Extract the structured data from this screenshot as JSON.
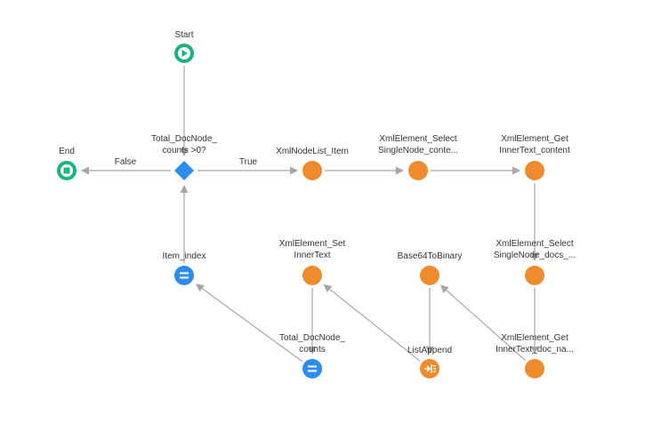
{
  "colors": {
    "start_end": "#1bb37a",
    "action": "#ef8a2d",
    "assign": "#2d8cf0",
    "decision": "#2d8cf0",
    "edge": "#a6a6a6",
    "text": "#333333"
  },
  "nodes": {
    "start": {
      "label_lines": [
        "Start"
      ],
      "type": "start",
      "icon": "play-icon"
    },
    "end": {
      "label_lines": [
        "End"
      ],
      "type": "end",
      "icon": "stop-icon"
    },
    "decision": {
      "label_lines": [
        "Total_DocNode_",
        "counts >0?"
      ],
      "type": "decision",
      "icon": "diamond-icon"
    },
    "xmlnodelist_item": {
      "label_lines": [
        "XmlNodeList_Item"
      ],
      "type": "action",
      "icon": ""
    },
    "select_content": {
      "label_lines": [
        "XmlElement_Select",
        "SingleNode_conte..."
      ],
      "type": "action",
      "icon": ""
    },
    "get_content": {
      "label_lines": [
        "XmlElement_Get",
        "InnerText_content"
      ],
      "type": "action",
      "icon": ""
    },
    "select_docs": {
      "label_lines": [
        "XmlElement_Select",
        "SingleNode_docs_..."
      ],
      "type": "action",
      "icon": ""
    },
    "get_doc_name": {
      "label_lines": [
        "XmlElement_Get",
        "InnerText_doc_na..."
      ],
      "type": "action",
      "icon": ""
    },
    "base64": {
      "label_lines": [
        "Base64ToBinary"
      ],
      "type": "action",
      "icon": ""
    },
    "set_innertext": {
      "label_lines": [
        "XmlElement_Set",
        "InnerText"
      ],
      "type": "action",
      "icon": ""
    },
    "list_append": {
      "label_lines": [
        "ListAppend"
      ],
      "type": "listappend",
      "icon": "list-append-icon"
    },
    "total_counts": {
      "label_lines": [
        "Total_DocNode_",
        "counts"
      ],
      "type": "assign",
      "icon": "equals-icon"
    },
    "item_index": {
      "label_lines": [
        "Item_index"
      ],
      "type": "assign",
      "icon": "equals-icon"
    }
  },
  "edges": [
    {
      "from": "start",
      "to": "decision",
      "label": ""
    },
    {
      "from": "decision",
      "to": "end",
      "label": "False"
    },
    {
      "from": "decision",
      "to": "xmlnodelist_item",
      "label": "True"
    },
    {
      "from": "xmlnodelist_item",
      "to": "select_content",
      "label": ""
    },
    {
      "from": "select_content",
      "to": "get_content",
      "label": ""
    },
    {
      "from": "get_content",
      "to": "select_docs",
      "label": ""
    },
    {
      "from": "select_docs",
      "to": "get_doc_name",
      "label": ""
    },
    {
      "from": "get_doc_name",
      "to": "base64",
      "label": ""
    },
    {
      "from": "base64",
      "to": "list_append",
      "label": ""
    },
    {
      "from": "list_append",
      "to": "set_innertext",
      "label": ""
    },
    {
      "from": "set_innertext",
      "to": "total_counts",
      "label": ""
    },
    {
      "from": "total_counts",
      "to": "item_index",
      "label": ""
    },
    {
      "from": "item_index",
      "to": "decision",
      "label": ""
    }
  ]
}
